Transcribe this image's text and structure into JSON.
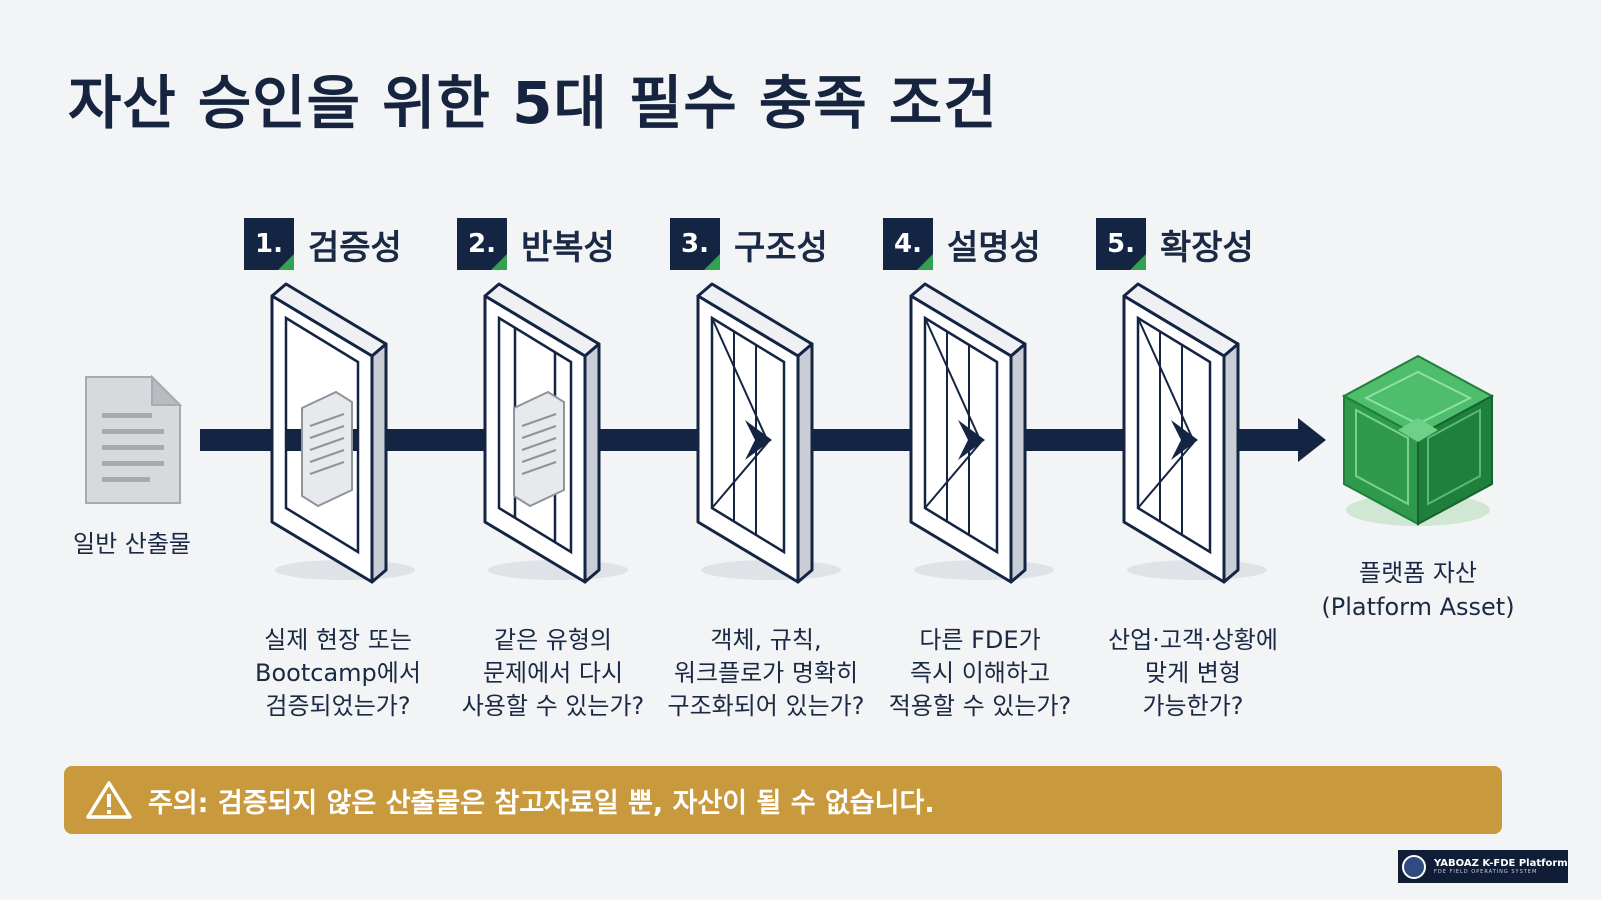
{
  "title": "자산 승인을 위한 5대 필수 충족 조건",
  "source": {
    "label": "일반 산출물",
    "icon": "document-icon"
  },
  "target": {
    "label_line1": "플랫폼 자산",
    "label_line2": "(Platform Asset)",
    "icon": "green-cube-icon"
  },
  "steps": [
    {
      "num": "1.",
      "name": "검증성",
      "desc": [
        "실제 현장 또는",
        "Bootcamp에서",
        "검증되었는가?"
      ]
    },
    {
      "num": "2.",
      "name": "반복성",
      "desc": [
        "같은 유형의",
        "문제에서 다시",
        "사용할 수 있는가?"
      ]
    },
    {
      "num": "3.",
      "name": "구조성",
      "desc": [
        "객체, 규칙,",
        "워크플로가 명확히",
        "구조화되어 있는가?"
      ]
    },
    {
      "num": "4.",
      "name": "설명성",
      "desc": [
        "다른 FDE가",
        "즉시 이해하고",
        "적용할 수 있는가?"
      ]
    },
    {
      "num": "5.",
      "name": "확장성",
      "desc": [
        "산업·고객·상황에",
        "맞게 변형",
        "가능한가?"
      ]
    }
  ],
  "warning": {
    "icon": "warning-triangle-icon",
    "text": "주의: 검증되지 않은 산출물은 참고자료일 뿐, 자산이 될 수 없습니다."
  },
  "brand": {
    "name": "YABOAZ K-FDE Platform",
    "sub": "FDE FIELD OPERATING SYSTEM"
  },
  "colors": {
    "navy": "#142443",
    "green": "#33a052",
    "warning": "#c9993d",
    "background": "#f3f4f6"
  }
}
